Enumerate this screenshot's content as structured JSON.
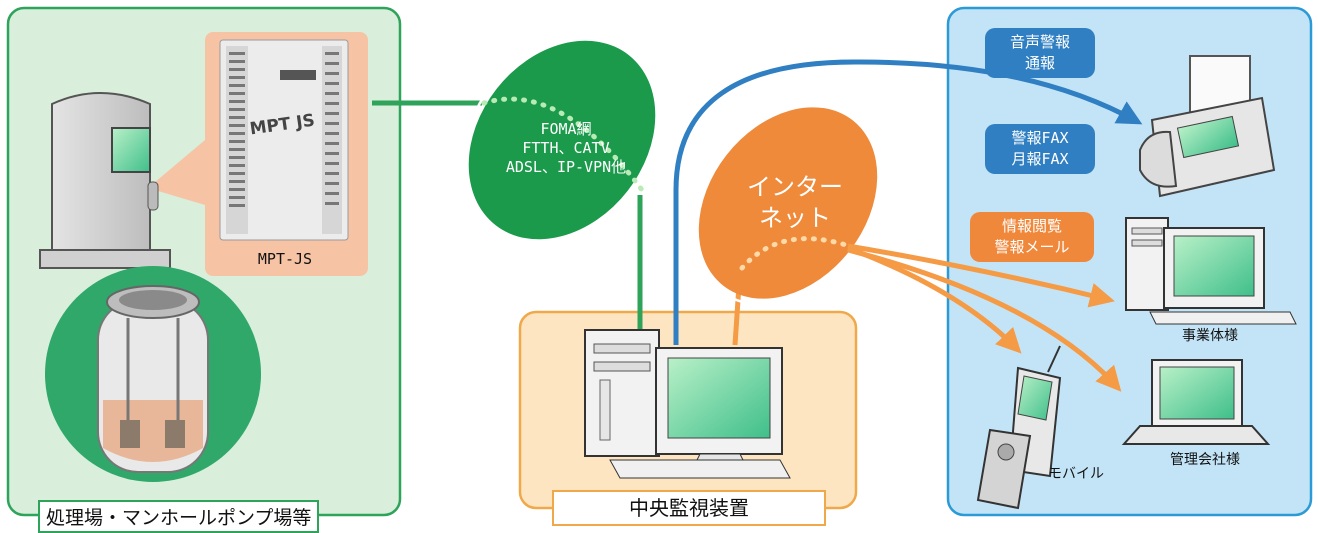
{
  "site": {
    "caption": "処理場・マンホールポンプ場等",
    "device_label": "MPT-JS",
    "device_brand": "MPT JS"
  },
  "network_green": {
    "lines": [
      "FOMA網",
      "FTTH、CATV",
      "ADSL、IP-VPN他"
    ]
  },
  "network_orange": {
    "lines": [
      "インター",
      "ネット"
    ]
  },
  "center": {
    "caption": "中央監視装置"
  },
  "right_panel": {
    "voice_alert": [
      "音声警報",
      "通報"
    ],
    "fax": [
      "警報FAX",
      "月報FAX"
    ],
    "info": [
      "情報閲覧",
      "警報メール"
    ],
    "business": "事業体様",
    "mobile": "モバイル",
    "management": "管理会社様"
  },
  "colors": {
    "green_panel_fill": "#d9eedb",
    "green_border": "#2ea35a",
    "green_cloud": "#1a9a4a",
    "blue_panel_fill": "#c3e4f7",
    "blue_border": "#2b9ad6",
    "blue_line": "#2f7fc2",
    "orange_panel_fill": "#fde5c2",
    "orange_border": "#f0a94a",
    "orange_cloud": "#ee8a3a",
    "orange_line": "#f59a45"
  }
}
